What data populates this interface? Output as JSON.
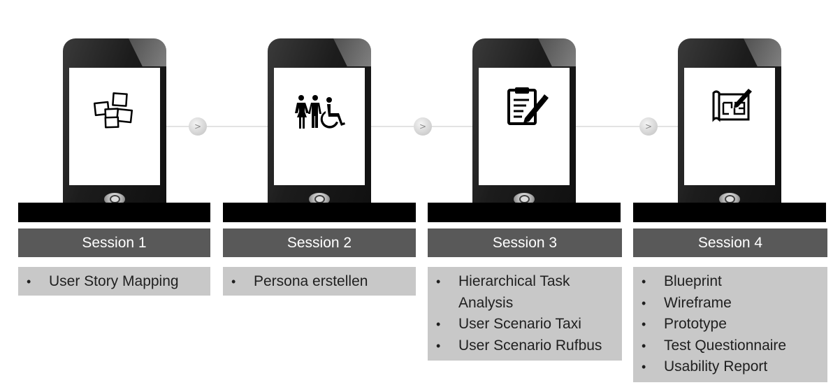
{
  "sessions": [
    {
      "label": "Session 1",
      "icon": "sticky-notes-icon",
      "items": [
        "User Story Mapping"
      ]
    },
    {
      "label": "Session 2",
      "icon": "people-accessibility-icon",
      "items": [
        "Persona erstellen"
      ]
    },
    {
      "label": "Session 3",
      "icon": "clipboard-pen-icon",
      "items": [
        "Hierarchical Task Analysis",
        "User Scenario Taxi",
        "User Scenario Rufbus"
      ]
    },
    {
      "label": "Session 4",
      "icon": "blueprint-icon",
      "items": [
        "Blueprint",
        "Wireframe",
        "Prototype",
        "Test Questionnaire",
        "Usability Report"
      ]
    }
  ],
  "arrow_glyph": ">",
  "bullet_glyph": "•",
  "colors": {
    "label_bar": "#595959",
    "bullet_box": "#c8c8c8",
    "base": "#000000"
  }
}
